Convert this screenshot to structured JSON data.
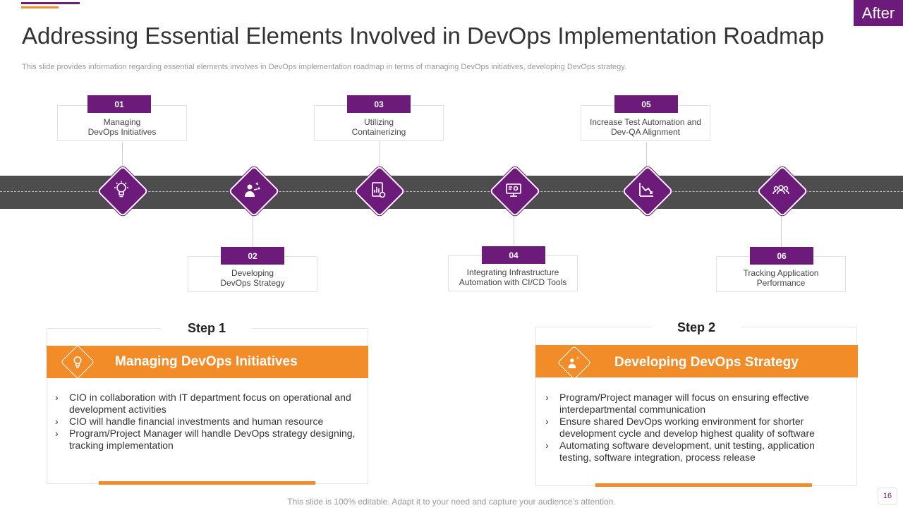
{
  "badge": "After",
  "title": "Addressing Essential Elements Involved in DevOps Implementation Roadmap",
  "subtitle": "This slide provides information regarding essential elements involves in DevOps implementation roadmap in terms of managing DevOps initiatives, developing DevOps strategy.",
  "milestones": [
    {
      "num": "01",
      "label": "Managing\nDevOps Initiatives",
      "icon": "lightbulb-icon"
    },
    {
      "num": "02",
      "label": "Developing\nDevOps Strategy",
      "icon": "strategy-person-icon"
    },
    {
      "num": "03",
      "label": "Utilizing\nContainerizing",
      "icon": "document-chart-icon"
    },
    {
      "num": "04",
      "label": "Integrating Infrastructure\nAutomation with CI/CD Tools",
      "icon": "monitor-gear-icon"
    },
    {
      "num": "05",
      "label": "Increase Test Automation and\nDev-QA Alignment",
      "icon": "declining-chart-icon"
    },
    {
      "num": "06",
      "label": "Tracking Application\nPerformance",
      "icon": "team-icon"
    }
  ],
  "steps": [
    {
      "step_label": "Step 1",
      "heading": "Managing DevOps Initiatives",
      "icon": "lightbulb-icon",
      "bullets": [
        "CIO in collaboration with IT department focus on operational and development activities",
        "CIO will handle financial investments and human resource",
        "Program/Project Manager will  handle DevOps strategy designing, tracking implementation"
      ]
    },
    {
      "step_label": "Step 2",
      "heading": "Developing DevOps Strategy",
      "icon": "strategy-person-icon",
      "bullets": [
        "Program/Project manager will  focus on ensuring effective interdepartmental communication",
        "Ensure shared DevOps working environment for shorter development cycle and develop highest quality of software",
        "Automating software development, unit testing, application  testing, software integration, process release"
      ]
    }
  ],
  "chevron": "›",
  "footer": "This slide is 100% editable. Adapt it to your need and capture your audience’s attention.",
  "page_number": "16",
  "colors": {
    "purple": "#6d1b7b",
    "orange": "#f28c28",
    "road": "#4d4d4d"
  }
}
